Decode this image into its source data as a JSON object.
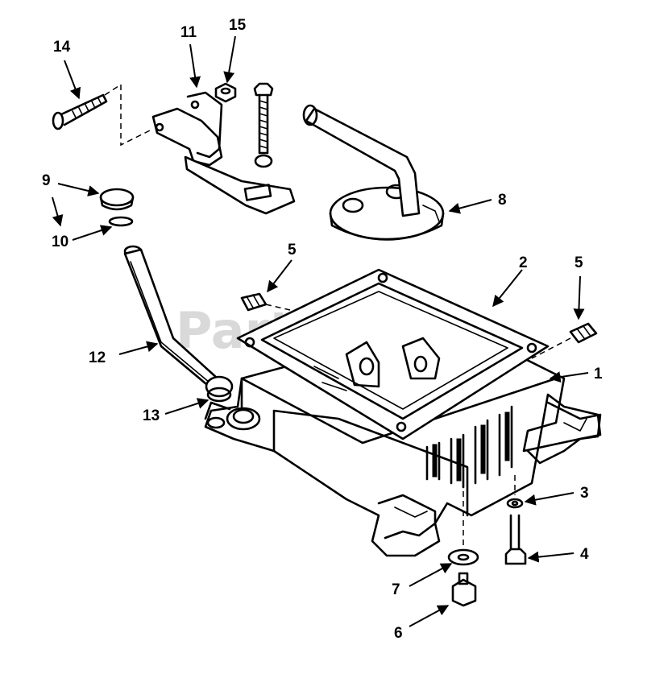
{
  "watermark": "PartsTree",
  "callouts": {
    "c1": "1",
    "c2": "2",
    "c3": "3",
    "c4": "4",
    "c5a": "5",
    "c5b": "5",
    "c6": "6",
    "c7": "7",
    "c8": "8",
    "c9": "9",
    "c10": "10",
    "c11": "11",
    "c12": "12",
    "c13": "13",
    "c14": "14",
    "c15": "15"
  },
  "colors": {
    "ink": "#000000",
    "paper": "#ffffff",
    "watermark": "#d9d9d9"
  }
}
